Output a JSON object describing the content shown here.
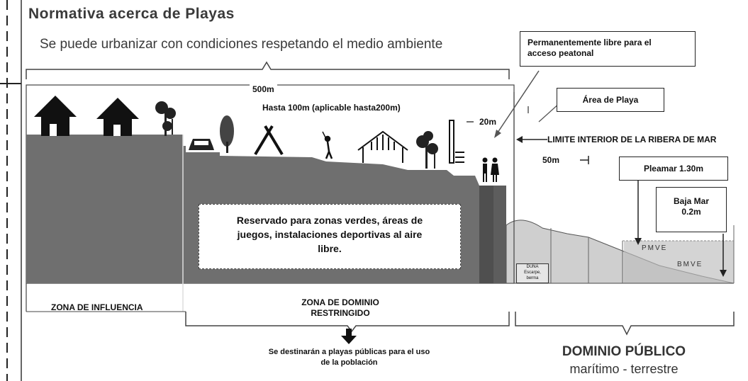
{
  "title": "Normativa acerca de Playas",
  "subtitle": "Se puede urbanizar con condiciones respetando el medio ambiente",
  "labels": {
    "d500": "500m",
    "hasta100": "Hasta 100m (aplicable hasta200m)",
    "d20": "20m",
    "limite": "LIMITE INTERIOR DE LA RIBERA DE MAR",
    "d50": "50m",
    "pleamar": "Pleamar 1.30m",
    "bajamar_1": "Baja Mar",
    "bajamar_2": "0.2m",
    "permanente_1": "Permanentemente libre para el",
    "permanente_2": "acceso peatonal",
    "area_playa": "Área de Playa",
    "reservado_1": "Reservado para zonas verdes, áreas de",
    "reservado_2": "juegos, instalaciones deportivas al aire",
    "reservado_3": "libre.",
    "zona_influencia": "ZONA DE INFLUENCIA",
    "zona_restringido_1": "ZONA DE DOMINIO",
    "zona_restringido_2": "RESTRINGIDO",
    "destinaran_1": "Se destinarán a playas públicas para el uso",
    "destinaran_2": "de la población",
    "dominio_publico": "DOMINIO PÚBLICO",
    "maritimo": "marítimo - terrestre",
    "pmve": "PMVE",
    "bmve": "BMVE",
    "duna": "DUNA",
    "escarpe": "Escarpe,",
    "berma": "berma"
  },
  "colors": {
    "land": "#6f6f6f",
    "dark": "#222222",
    "sand": "#cfcfcf",
    "sea": "#bdbdbd"
  },
  "icons": [
    "house-icon",
    "house-icon",
    "tree-icon",
    "car-icon",
    "tree-icon",
    "tent-icon",
    "golfer-icon",
    "gazebo-icon",
    "tree-icon",
    "people-icon",
    "arrow-down-icon"
  ]
}
